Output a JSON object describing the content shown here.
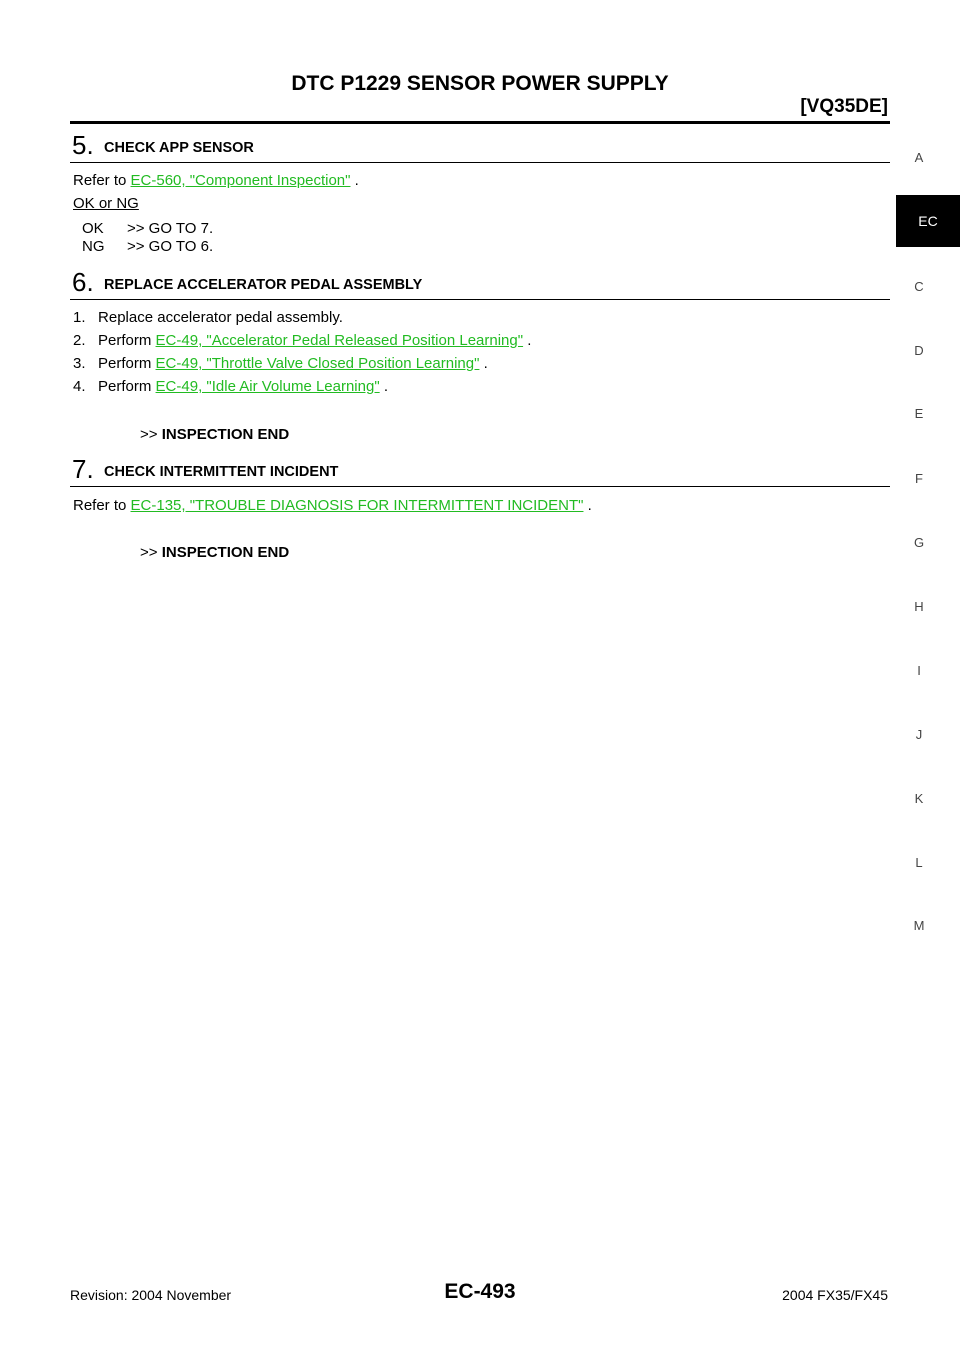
{
  "header": {
    "title": "DTC P1229 SENSOR POWER SUPPLY",
    "engine": "[VQ35DE]"
  },
  "side_tabs": [
    "A",
    "EC",
    "C",
    "D",
    "E",
    "F",
    "G",
    "H",
    "I",
    "J",
    "K",
    "L",
    "M"
  ],
  "side_tab_active": "EC",
  "step5": {
    "number": "5.",
    "title": "CHECK APP SENSOR",
    "text_prefix": "Refer to ",
    "link": "EC-560, \"Component Inspection\"",
    "text_suffix": " .",
    "judgement": "OK or NG",
    "results": [
      {
        "code": "OK",
        "action": ">> GO TO 7."
      },
      {
        "code": "NG",
        "action": ">> GO TO 6."
      }
    ]
  },
  "step6": {
    "number": "6.",
    "title": "REPLACE ACCELERATOR PEDAL ASSEMBLY",
    "items": [
      {
        "num": "1.",
        "text": "Replace accelerator pedal assembly.",
        "link": "",
        "suffix": ""
      },
      {
        "num": "2.",
        "text": "Perform ",
        "link": "EC-49, \"Accelerator Pedal Released Position Learning\"",
        "suffix": " ."
      },
      {
        "num": "3.",
        "text": "Perform ",
        "link": "EC-49, \"Throttle Valve Closed Position Learning\"",
        "suffix": " ."
      },
      {
        "num": "4.",
        "text": "Perform ",
        "link": "EC-49, \"Idle Air Volume Learning\"",
        "suffix": " ."
      }
    ],
    "end_prefix": ">>",
    "end_label": "INSPECTION END"
  },
  "step7": {
    "number": "7.",
    "title": "CHECK INTERMITTENT INCIDENT",
    "text_prefix": "Refer to ",
    "link": "EC-135, \"TROUBLE DIAGNOSIS FOR INTERMITTENT INCIDENT\"",
    "text_suffix": " .",
    "end_prefix": ">>",
    "end_label": "INSPECTION END"
  },
  "footer": {
    "revision": "Revision: 2004 November",
    "page": "EC-493",
    "model": "2004 FX35/FX45"
  },
  "colors": {
    "link": "#22bb22",
    "active_tab_bg": "#000000"
  }
}
